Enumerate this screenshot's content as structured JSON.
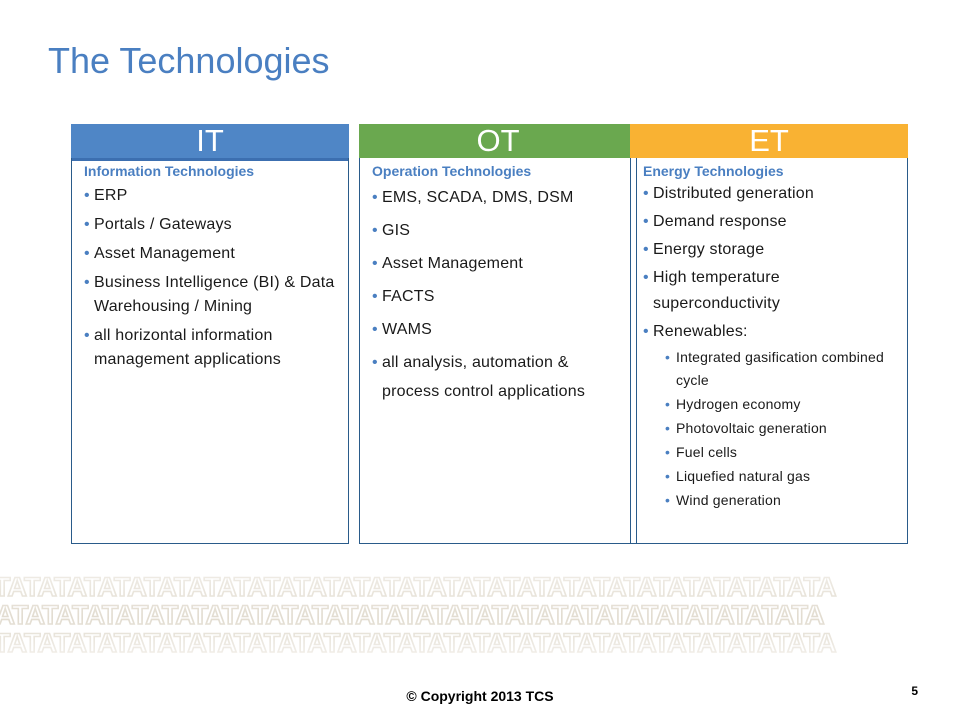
{
  "slide": {
    "title": "The Technologies",
    "copyright": "© Copyright 2013 TCS",
    "page_number": "5"
  },
  "colors": {
    "title": "#4a7fc1",
    "it": "#4f86c6",
    "ot": "#6aa84f",
    "et": "#f9b233",
    "border": "#2a5b8a"
  },
  "columns": {
    "it": {
      "header": "IT",
      "subtitle": "Information Technologies",
      "items": [
        "ERP",
        "Portals / Gateways",
        "Asset Management",
        "Business Intelligence (BI) & Data Warehousing / Mining",
        "all horizontal information management applications"
      ]
    },
    "ot": {
      "header": "OT",
      "subtitle": "Operation Technologies",
      "items": [
        "EMS, SCADA, DMS, DSM",
        "GIS",
        "Asset Management",
        "FACTS",
        "WAMS",
        "all analysis, automation & process control applications"
      ]
    },
    "et": {
      "header": "ET",
      "subtitle": "Energy Technologies",
      "items": [
        "Distributed generation",
        "Demand response",
        "Energy storage",
        "High temperature superconductivity",
        "Renewables:"
      ],
      "subitems": [
        "Integrated gasification combined cycle",
        "Hydrogen economy",
        "Photovoltaic generation",
        "Fuel cells",
        "Liquefied natural gas",
        "Wind generation"
      ]
    }
  },
  "bullet": "•",
  "decoration": {
    "pattern_text": "TATATATATATATATATATATATATATATATATATATATATATATATATATATATA"
  }
}
